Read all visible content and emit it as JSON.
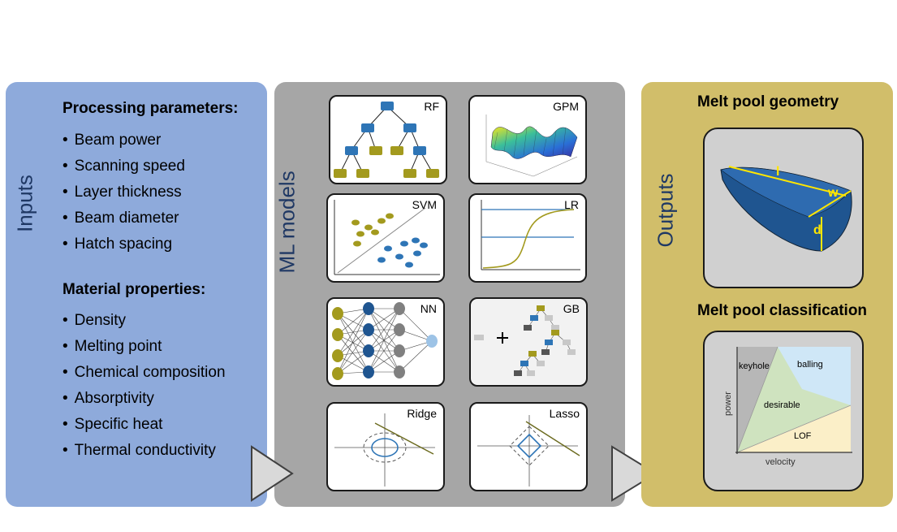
{
  "inputs": {
    "title": "Inputs",
    "processing_heading": "Processing parameters:",
    "processing_items": [
      "Beam power",
      "Scanning speed",
      "Layer thickness",
      "Beam diameter",
      "Hatch spacing"
    ],
    "material_heading": "Material properties:",
    "material_items": [
      "Density",
      "Melting point",
      "Chemical composition",
      "Absorptivity",
      "Specific heat",
      "Thermal conductivity"
    ]
  },
  "models": {
    "title": "ML models",
    "cards": [
      {
        "label": "RF",
        "icon": "decision-tree-icon"
      },
      {
        "label": "GPM",
        "icon": "gaussian-surface-icon"
      },
      {
        "label": "SVM",
        "icon": "scatter-separator-icon"
      },
      {
        "label": "LR",
        "icon": "sigmoid-curve-icon"
      },
      {
        "label": "NN",
        "icon": "neural-network-icon"
      },
      {
        "label": "GB",
        "icon": "boosted-trees-icon"
      },
      {
        "label": "Ridge",
        "icon": "ridge-circle-icon"
      },
      {
        "label": "Lasso",
        "icon": "lasso-diamond-icon"
      }
    ]
  },
  "outputs": {
    "title": "Outputs",
    "geometry_heading": "Melt pool geometry",
    "geometry_labels": {
      "length": "l",
      "width": "w",
      "depth": "d"
    },
    "classification_heading": "Melt pool classification",
    "classification": {
      "regions": [
        "keyhole",
        "balling",
        "desirable",
        "LOF"
      ],
      "xlabel": "velocity",
      "ylabel": "power"
    }
  },
  "colors": {
    "inputs_panel": "#8eaadb",
    "models_panel": "#a6a6a6",
    "outputs_panel": "#d1be6a",
    "title_text": "#1f3864",
    "node_blue": "#2e75b6",
    "node_olive": "#a39a1e"
  }
}
